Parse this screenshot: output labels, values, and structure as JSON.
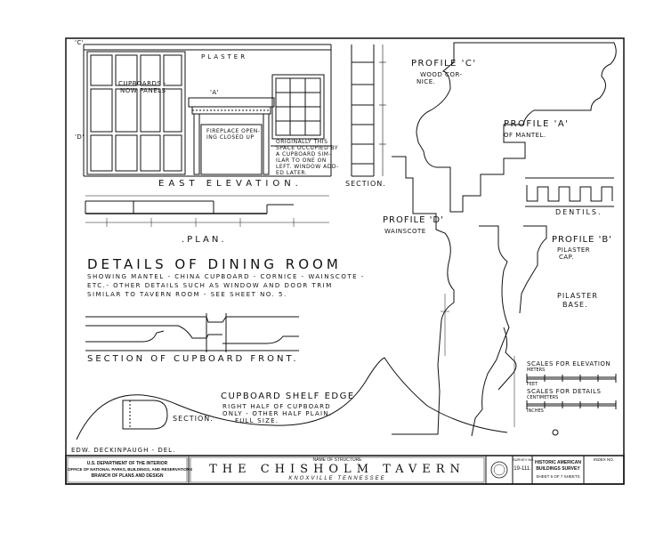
{
  "drawing": {
    "main_title": "DETAILS OF DINING ROOM",
    "description": [
      "SHOWING MANTEL - CHINA CUPBOARD - CORNICE - WAINSCOTE -",
      "ETC.- OTHER DETAILS SUCH AS WINDOW AND DOOR TRIM",
      "SIMILAR TO TAVERN ROOM - SEE SHEET NO. 5."
    ],
    "east_elevation": "EAST ELEVATION.",
    "section": "SECTION.",
    "plan": ".PLAN.",
    "plaster": "PLASTER",
    "cupboards": [
      "CUPBOARDS -",
      "NOW PANELS"
    ],
    "fireplace": [
      "FIREPLACE OPEN-",
      "ING CLOSED UP"
    ],
    "originally": [
      "ORIGINALLY THIS",
      "SPACE OCCUPIED BY",
      "A CUPBOARD SIM-",
      "ILAR TO ONE ON",
      "LEFT. WINDOW ADD-",
      "ED LATER."
    ],
    "marker_c": "'C'",
    "marker_d": "'D'",
    "marker_a": "'A'",
    "profile_c": "PROFILE 'C'",
    "profile_c_sub": [
      "WOOD COR-",
      "NICE."
    ],
    "profile_a": "PROFILE 'A'",
    "profile_a_sub": "OF MANTEL.",
    "dentils": "DENTILS.",
    "profile_d": "PROFILE 'D'",
    "profile_d_sub": "WAINSCOTE",
    "profile_b": "PROFILE 'B'",
    "profile_b_sub": [
      "PILASTER",
      "CAP."
    ],
    "pilaster_base": [
      "PILASTER",
      "BASE."
    ],
    "section_cupboard": "SECTION OF CUPBOARD FRONT.",
    "shelf_edge": "CUPBOARD SHELF EDGE",
    "shelf_sub": [
      "RIGHT HALF OF CUPBOARD",
      "ONLY - OTHER HALF PLAIN.",
      "FULL SIZE."
    ],
    "shelf_section": "SECTION.",
    "scales_elevation": "SCALES FOR ELEVATION",
    "scales_details": "SCALES FOR DETAILS",
    "inches": "INCHES",
    "feet": "FEET",
    "centimeters": "CENTIMETERS",
    "meters": "METERS",
    "delineator": "EDW. DECKINPAUGH - DEL."
  },
  "title_block": {
    "dept": [
      "U.S. DEPARTMENT OF THE INTERIOR",
      "OFFICE OF NATIONAL PARKS, BUILDINGS, AND RESERVATIONS",
      "BRANCH OF PLANS AND DESIGN"
    ],
    "name_label": "NAME OF STRUCTURE",
    "structure": "THE CHISHOLM TAVERN",
    "location": "KNOXVILLE TENNESSEE",
    "survey_label": "SURVEY NO.",
    "survey_no": "19-111.",
    "habs": [
      "HISTORIC AMERICAN",
      "BUILDINGS SURVEY"
    ],
    "sheet": "SHEET 6 OF 7 SHEETS",
    "index_label": "INDEX NO."
  }
}
